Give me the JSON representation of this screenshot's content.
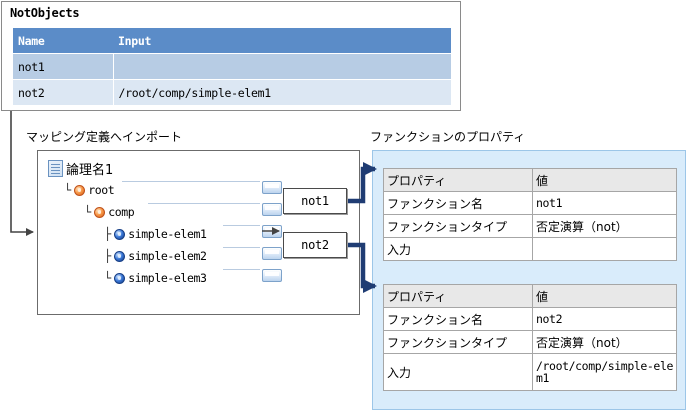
{
  "notobjects": {
    "title": "NotObjects",
    "columns": [
      "Name",
      "Input"
    ],
    "rows": [
      {
        "name": "not1",
        "input": ""
      },
      {
        "name": "not2",
        "input": "/root/comp/simple-elem1"
      }
    ]
  },
  "captions": {
    "tree": "マッピング定義へインポート",
    "properties": "ファンクションのプロパティ"
  },
  "tree": {
    "nodes": [
      {
        "label": "論理名1",
        "icon": "document-icon"
      },
      {
        "label": "root",
        "icon": "complex-type-icon"
      },
      {
        "label": "comp",
        "icon": "complex-type-icon"
      },
      {
        "label": "simple-elem1",
        "icon": "simple-element-icon"
      },
      {
        "label": "simple-elem2",
        "icon": "simple-element-icon"
      },
      {
        "label": "simple-elem3",
        "icon": "simple-element-icon"
      }
    ]
  },
  "functions": [
    {
      "name": "not1"
    },
    {
      "name": "not2"
    }
  ],
  "properties": [
    {
      "columns": [
        "プロパティ",
        "値"
      ],
      "rows": [
        {
          "key": "ファンクション名",
          "value": "not1"
        },
        {
          "key": "ファンクションタイプ",
          "value": "否定演算（not）"
        },
        {
          "key": "入力",
          "value": ""
        }
      ]
    },
    {
      "columns": [
        "プロパティ",
        "値"
      ],
      "rows": [
        {
          "key": "ファンクション名",
          "value": "not2"
        },
        {
          "key": "ファンクションタイプ",
          "value": "否定演算（not）"
        },
        {
          "key": "入力",
          "value": "/root/comp/simple-elem1"
        }
      ]
    }
  ],
  "colors": {
    "table_header_blue": "#5b8cc8",
    "table_row_alt": "#b7cce4",
    "table_row": "#dce7f3",
    "panel_blue": "#d9ecfb",
    "arrow_navy": "#1f3c73",
    "arrow_gray": "#555555",
    "complex_icon": "#f79646",
    "simple_icon": "#3a78d8"
  }
}
